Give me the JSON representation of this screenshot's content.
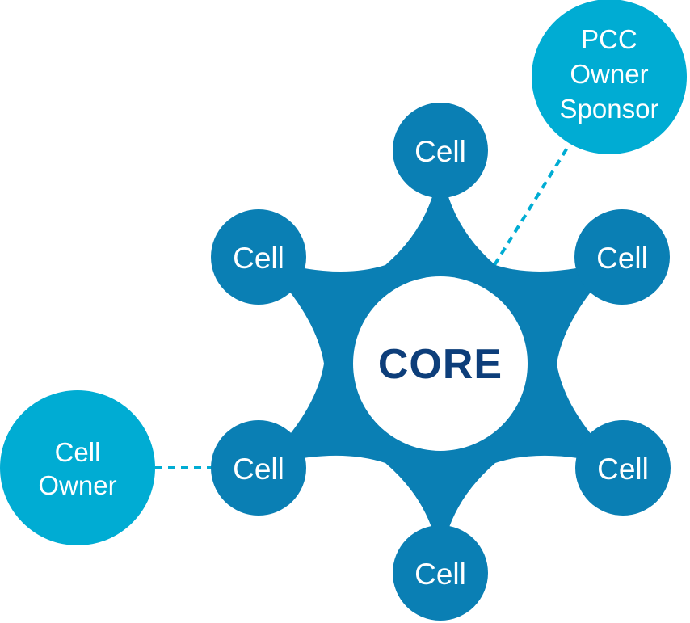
{
  "diagram": {
    "core": {
      "label": "CORE"
    },
    "cells": [
      {
        "label": "Cell"
      },
      {
        "label": "Cell"
      },
      {
        "label": "Cell"
      },
      {
        "label": "Cell"
      },
      {
        "label": "Cell"
      },
      {
        "label": "Cell"
      }
    ],
    "pcc_owner_sponsor": {
      "lines": [
        "PCC",
        "Owner",
        "Sponsor"
      ]
    },
    "cell_owner": {
      "lines": [
        "Cell",
        "Owner"
      ]
    }
  },
  "colors": {
    "hub": "#0a7fb4",
    "external": "#00acd3",
    "core_text": "#0d3e7a",
    "connector": "#00acd3"
  }
}
